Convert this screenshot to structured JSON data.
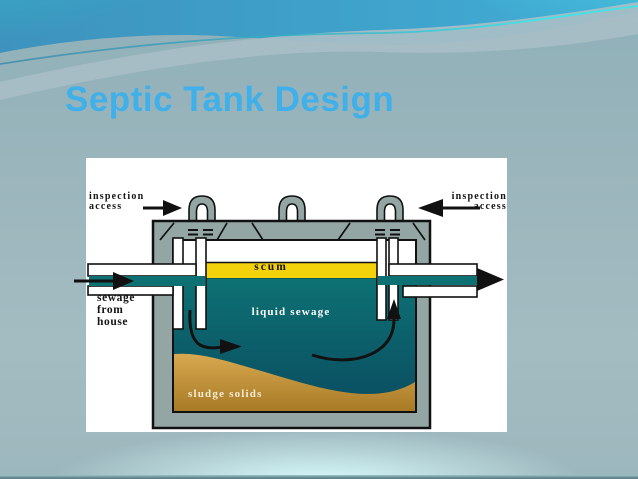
{
  "slide": {
    "title": "Septic Tank Design"
  },
  "diagram": {
    "inspection_left": [
      "inspection",
      "access"
    ],
    "inspection_right": [
      "inspection",
      "access"
    ],
    "inlet_lines": [
      "sewage",
      "from",
      "house"
    ],
    "scum": "scum",
    "liquid": "liquid sewage",
    "sludge": "sludge solids"
  },
  "colors": {
    "title-blue": "#3fb0ea",
    "panel-white": "#ffffff",
    "tank-gray": "#93a6a3",
    "scum-yellow": "#f4d20b",
    "liquid-top": "#0d7173",
    "liquid-bottom": "#0a4c61",
    "sludge-top": "#d8a94f",
    "sludge-bottom": "#a87a26",
    "label-dark": "#171200",
    "label-light": "#f3ecd6",
    "wave-blue-left": "#3d93bd",
    "wave-blue-right": "#41aed6",
    "wave-gray": "#a8bec5",
    "wave-cyan": "#43e2e6",
    "bottom-glow": "#d8fbfc"
  }
}
